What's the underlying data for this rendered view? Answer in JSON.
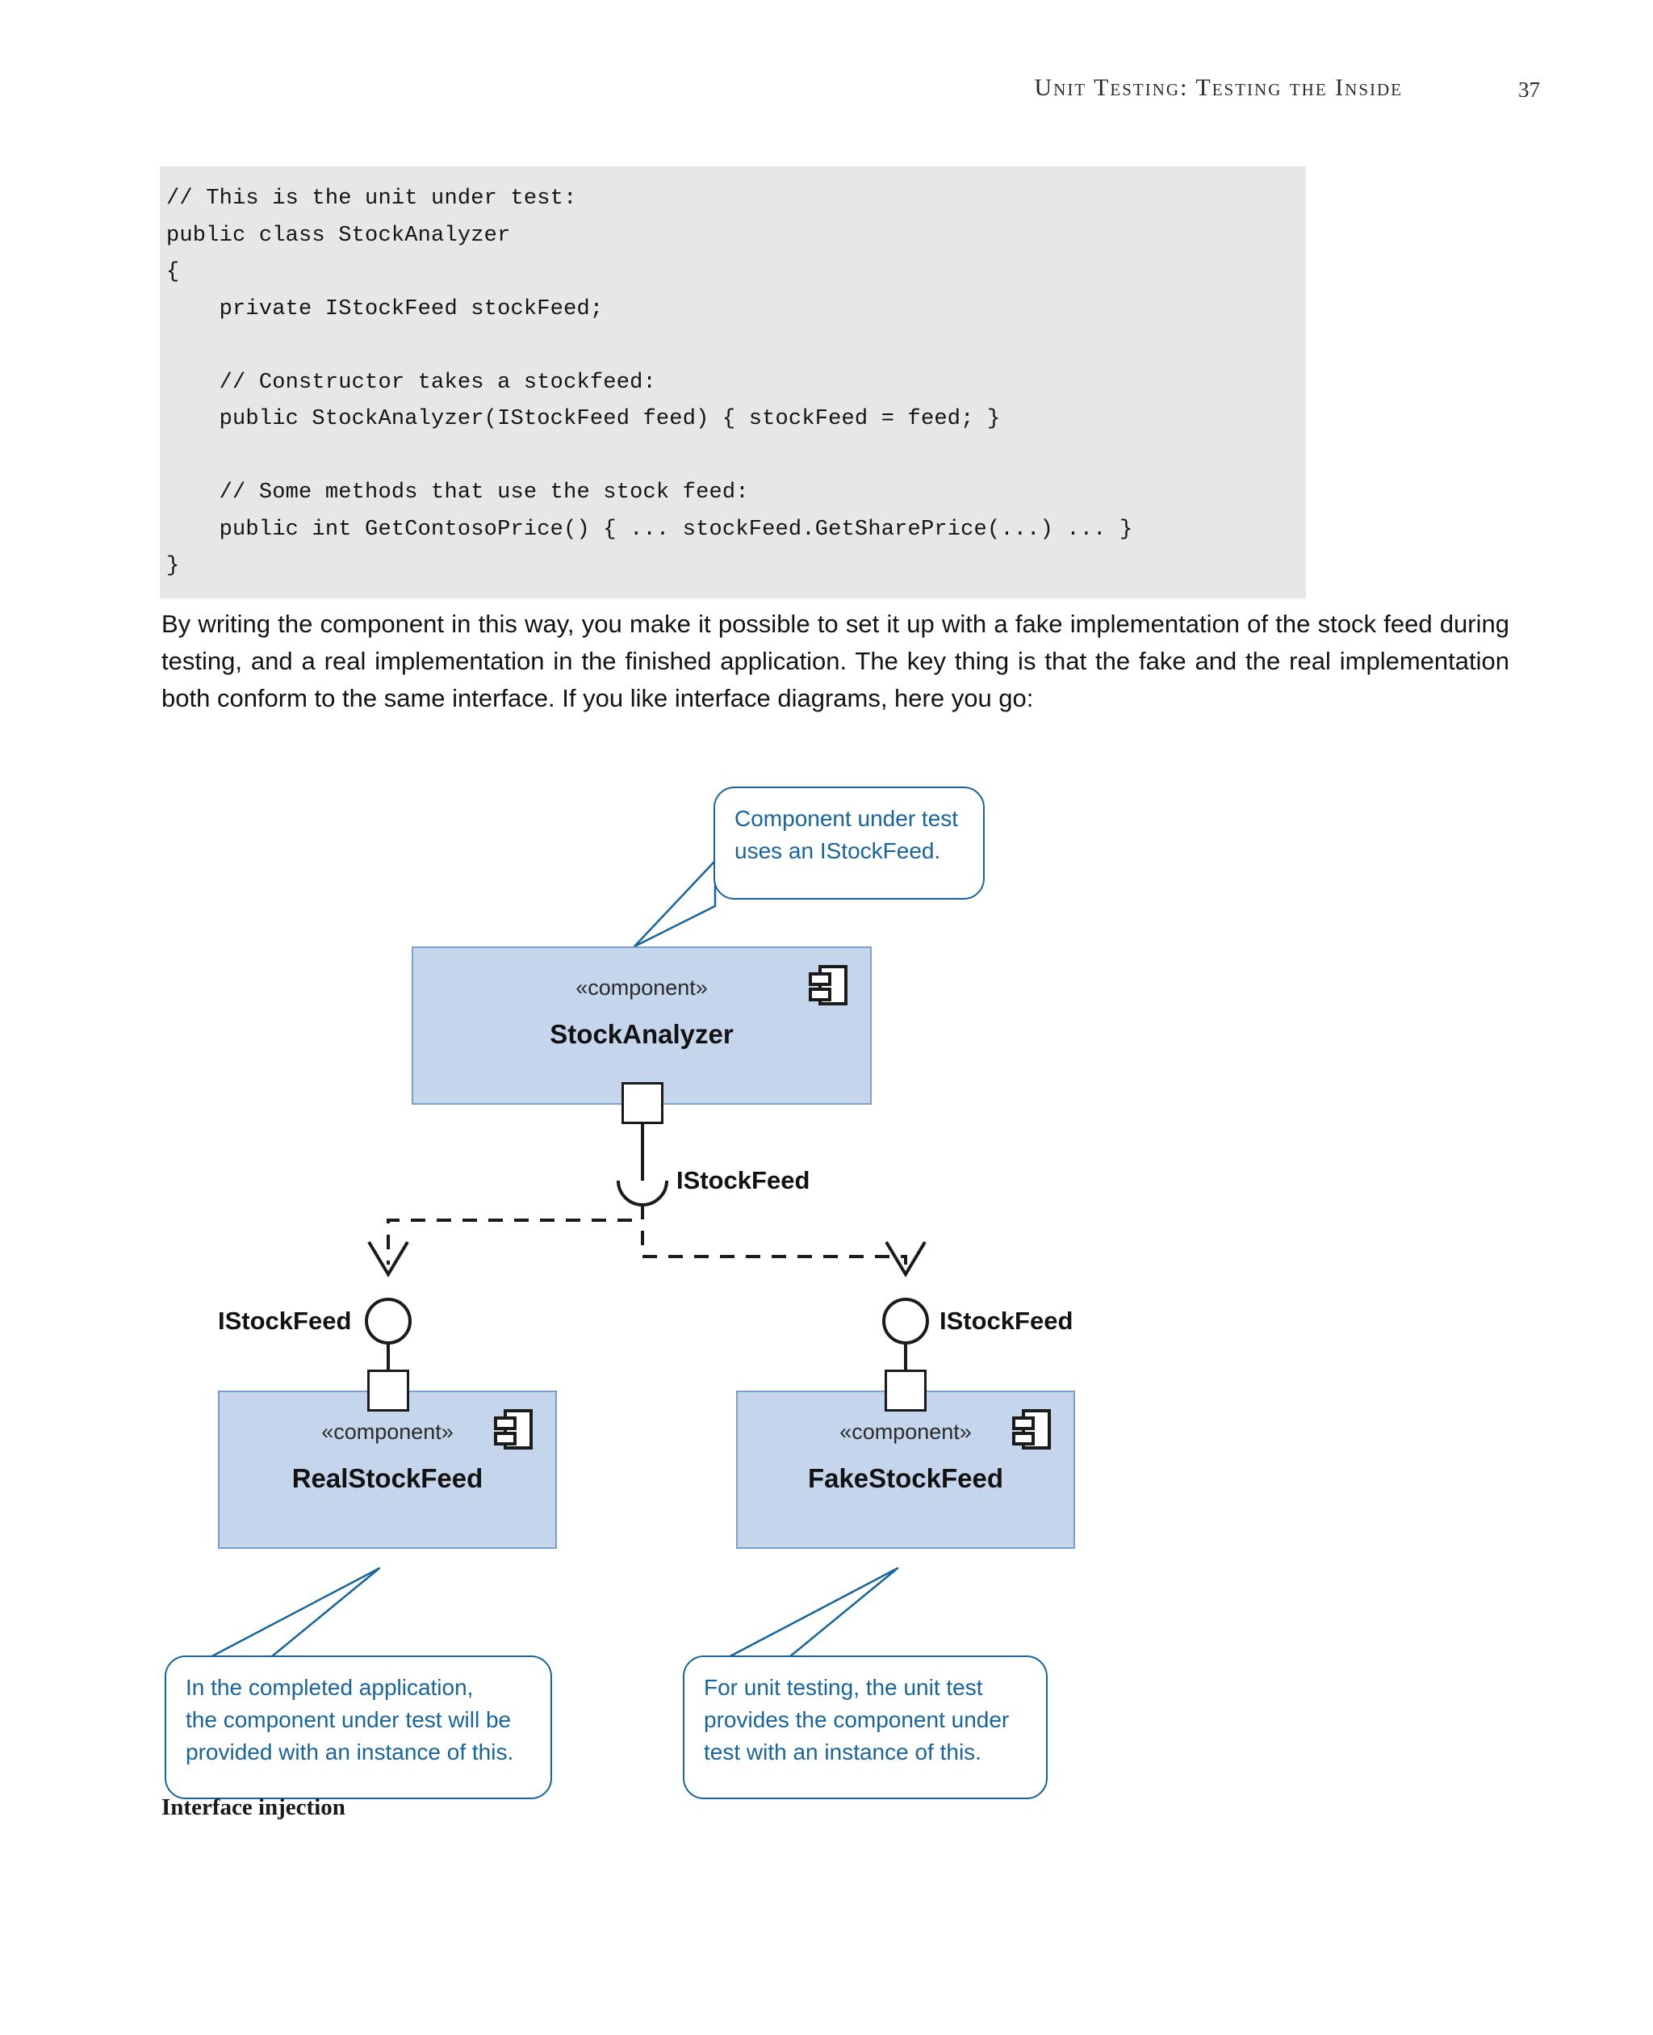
{
  "runhead": {
    "title": "Unit Testing: Testing the Inside",
    "page_number": "37"
  },
  "code": {
    "lines": [
      "// This is the unit under test:",
      "public class StockAnalyzer",
      "{",
      "    private IStockFeed stockFeed;",
      "",
      "    // Constructor takes a stockfeed:",
      "    public StockAnalyzer(IStockFeed feed) { stockFeed = feed; }",
      "",
      "    // Some methods that use the stock feed:",
      "    public int GetContosoPrice() { ... stockFeed.GetSharePrice(...) ... }",
      "}"
    ]
  },
  "body": {
    "paragraph": "By writing the component in this way, you make it possible to set it up with a fake implementation of the stock feed during testing, and a real implementation in the finished application. The key thing is that the fake and the real implementation both conform to the same interface. If you like interface diagrams, here you go:"
  },
  "diagram": {
    "components": [
      {
        "stereotype": "«component»",
        "name": "StockAnalyzer"
      },
      {
        "stereotype": "«component»",
        "name": "RealStockFeed"
      },
      {
        "stereotype": "«component»",
        "name": "FakeStockFeed"
      }
    ],
    "interface_labels": {
      "required": "IStockFeed",
      "provided_left": "IStockFeed",
      "provided_right": "IStockFeed"
    },
    "callouts": {
      "top": [
        "Component under test",
        "uses an IStockFeed."
      ],
      "bottom_left": [
        "In the completed application,",
        "the component under test will be",
        "provided with an instance of this."
      ],
      "bottom_right": [
        "For unit testing, the unit test",
        "provides the component under",
        "test with an instance of this."
      ]
    },
    "colors": {
      "component_fill": "#c5d5ec",
      "component_border": "#7ba0cc",
      "callout_accent": "#17649e",
      "connector": "#1b1b1b"
    }
  },
  "caption": {
    "text": "Interface injection"
  }
}
